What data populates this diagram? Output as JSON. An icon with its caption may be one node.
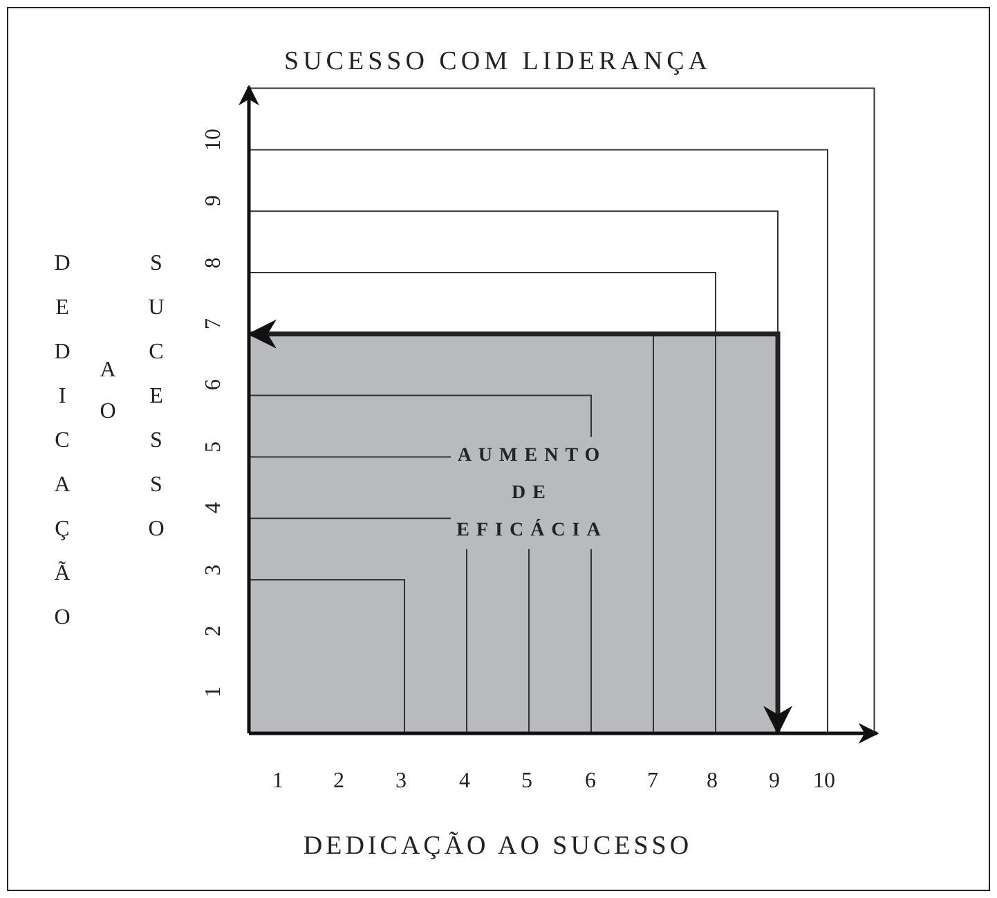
{
  "diagram": {
    "title": "SUCESSO COM LIDERANÇA",
    "labels": [
      "DEDICAÇÃO",
      "AO",
      "SUCESSO",
      "10",
      "9",
      "8",
      "7",
      "6",
      "5",
      "4",
      "3",
      "2",
      "1",
      "AUMENTO DE EFICÁCIA",
      "1",
      "2",
      "3",
      "4",
      "5",
      "6",
      "7",
      "8",
      "9",
      "10",
      "DEDICAÇÃO AO SUCESSO"
    ]
  }
}
